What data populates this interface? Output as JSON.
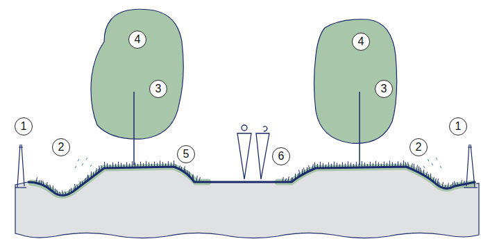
{
  "diagram": {
    "labels": [
      "1",
      "2",
      "4",
      "3",
      "5",
      "6",
      "4",
      "3",
      "1",
      "2"
    ]
  }
}
